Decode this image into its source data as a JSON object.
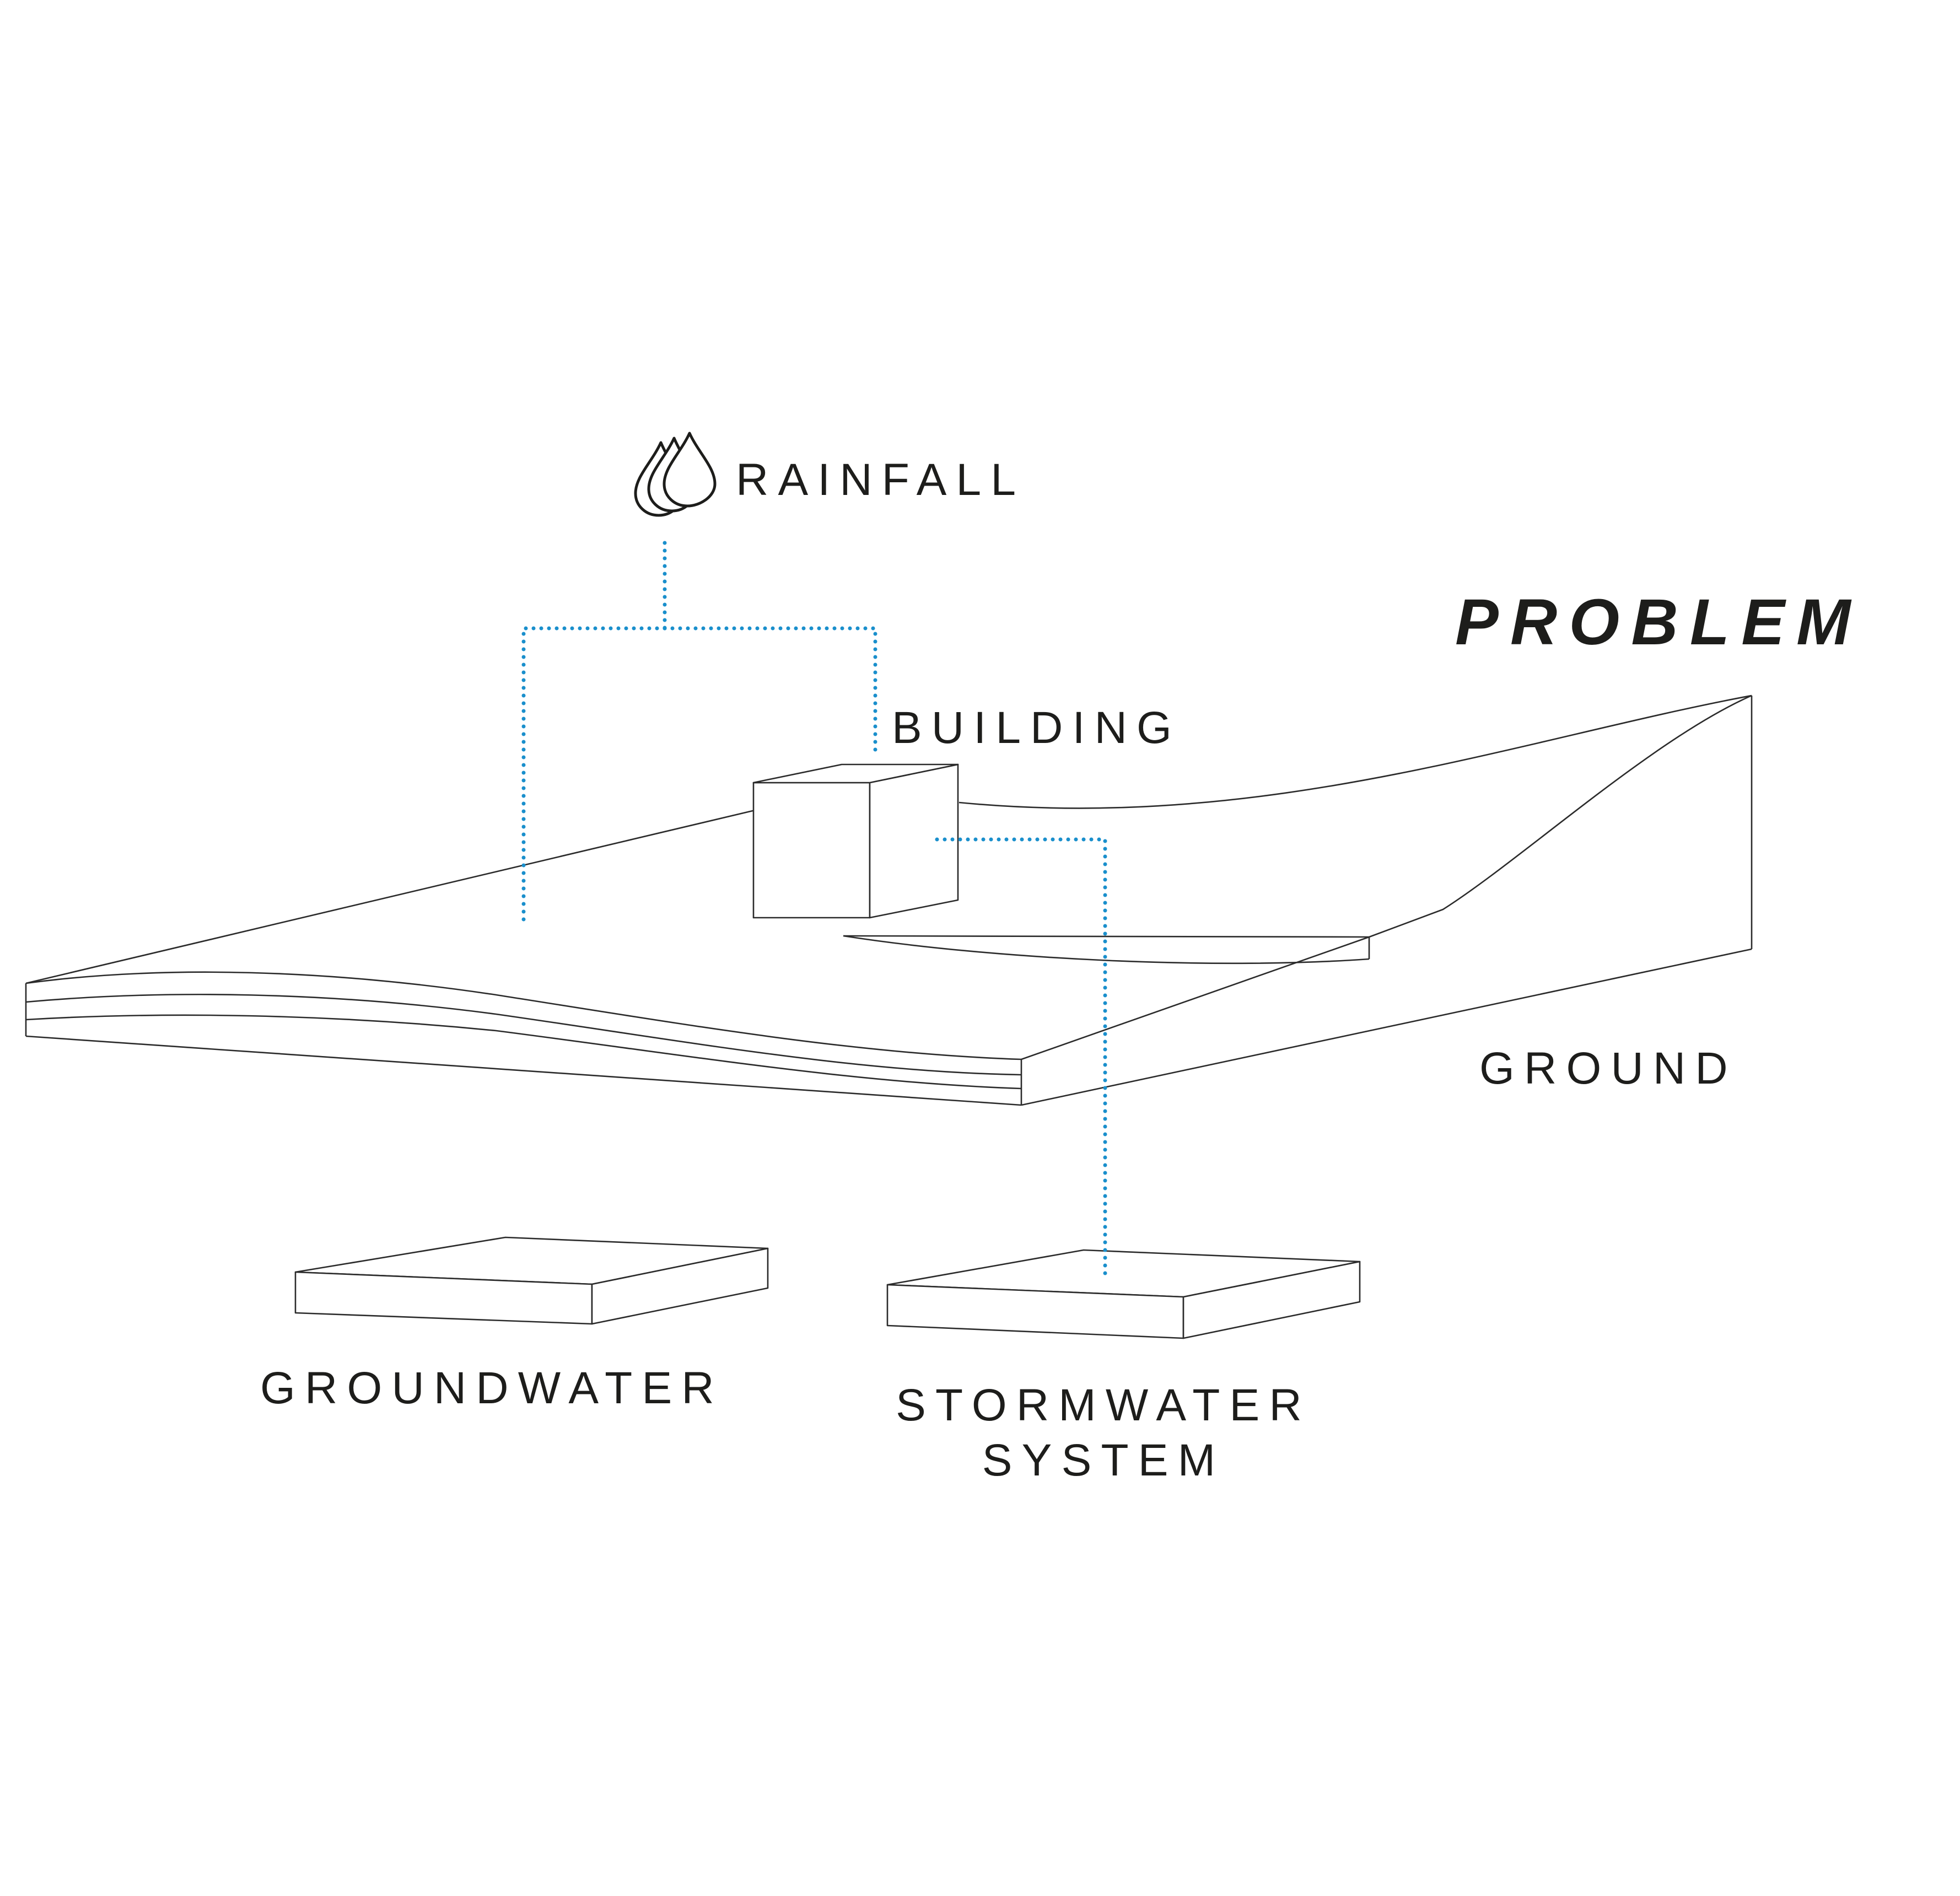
{
  "diagram": {
    "title": "PROBLEM",
    "nodes": {
      "rainfall": {
        "label": "RAINFALL",
        "icon": "rain-drops-icon"
      },
      "building": {
        "label": "BUILDING"
      },
      "ground": {
        "label": "GROUND"
      },
      "groundwater": {
        "label": "GROUNDWATER"
      },
      "stormwater": {
        "label_line1": "STORMWATER",
        "label_line2": "SYSTEM"
      }
    },
    "edges": [
      {
        "from": "rainfall",
        "to": "ground"
      },
      {
        "from": "rainfall",
        "to": "building"
      },
      {
        "from": "building",
        "to": "stormwater"
      }
    ],
    "colors": {
      "flow_line": "#1a8fcc",
      "outline": "#2b2b2b",
      "text": "#1d1d1b",
      "background": "#ffffff"
    }
  }
}
